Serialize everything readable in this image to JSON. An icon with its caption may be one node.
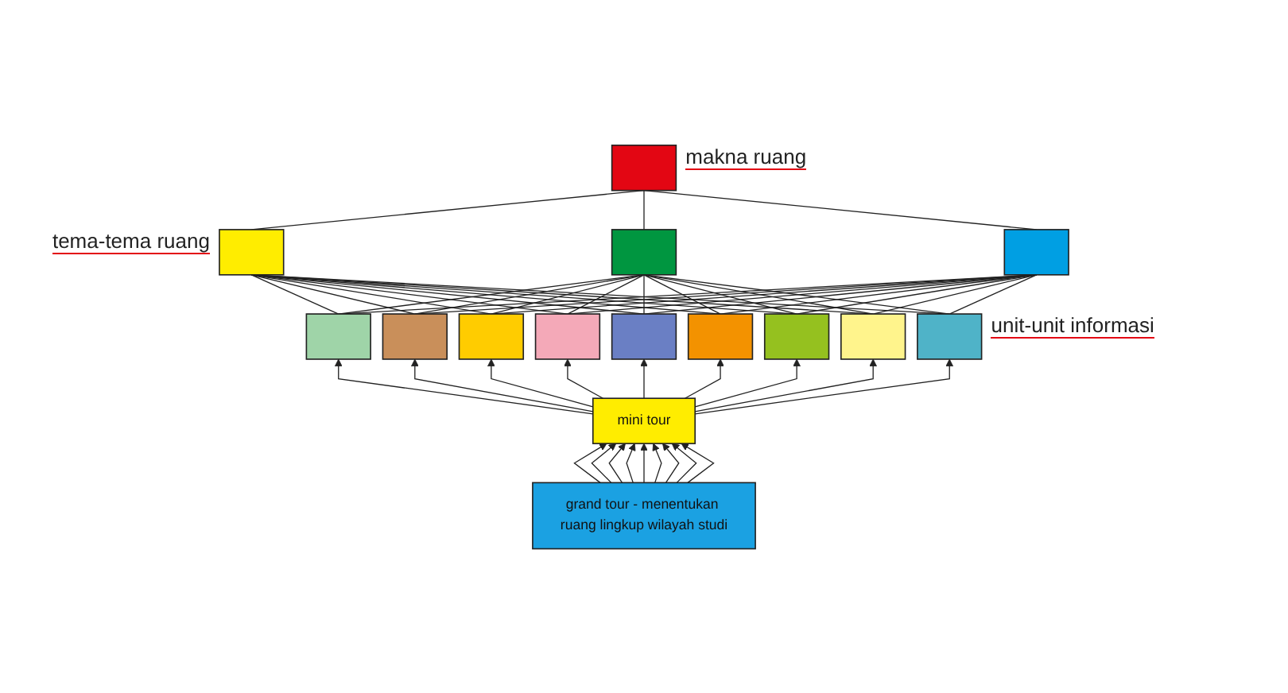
{
  "diagram": {
    "nodes": [
      {
        "text": [],
        "shape": "box"
      },
      {
        "text": [],
        "shape": "box"
      },
      {
        "text": [],
        "shape": "box"
      },
      {
        "text": [],
        "shape": "box"
      },
      {
        "text": [],
        "shape": "box"
      },
      {
        "text": [],
        "shape": "box"
      },
      {
        "text": [],
        "shape": "box"
      },
      {
        "text": [],
        "shape": "box"
      },
      {
        "text": [],
        "shape": "box"
      },
      {
        "text": [],
        "shape": "box"
      },
      {
        "text": [],
        "shape": "box"
      },
      {
        "text": [],
        "shape": "box"
      },
      {
        "text": [],
        "shape": "box"
      },
      {
        "text": [
          "mini tour"
        ]
      },
      {
        "text": [
          "grand tour - menentukan ruang lingkup wilayah studi"
        ]
      }
    ],
    "edges": [
      {
        "from": 1,
        "to": 0,
        "arrow": "none"
      },
      {
        "from": 2,
        "to": 0,
        "arrow": "none"
      },
      {
        "from": 3,
        "to": 0,
        "arrow": "none"
      },
      {
        "from": 4,
        "to": 1,
        "arrow": "none"
      },
      {
        "from": 4,
        "to": 2,
        "arrow": "none"
      },
      {
        "from": 4,
        "to": 3,
        "arrow": "none"
      },
      {
        "from": 5,
        "to": 1,
        "arrow": "none"
      },
      {
        "from": 5,
        "to": 2,
        "arrow": "none"
      },
      {
        "from": 5,
        "to": 3,
        "arrow": "none"
      },
      {
        "from": 6,
        "to": 1,
        "arrow": "none"
      },
      {
        "from": 6,
        "to": 2,
        "arrow": "none"
      },
      {
        "from": 6,
        "to": 3,
        "arrow": "none"
      },
      {
        "from": 7,
        "to": 1,
        "arrow": "none"
      },
      {
        "from": 7,
        "to": 2,
        "arrow": "none"
      },
      {
        "from": 7,
        "to": 3,
        "arrow": "none"
      },
      {
        "from": 8,
        "to": 1,
        "arrow": "none"
      },
      {
        "from": 8,
        "to": 2,
        "arrow": "none"
      },
      {
        "from": 8,
        "to": 3,
        "arrow": "none"
      },
      {
        "from": 9,
        "to": 1,
        "arrow": "none"
      },
      {
        "from": 9,
        "to": 2,
        "arrow": "none"
      },
      {
        "from": 9,
        "to": 3,
        "arrow": "none"
      },
      {
        "from": 10,
        "to": 1,
        "arrow": "none"
      },
      {
        "from": 10,
        "to": 2,
        "arrow": "none"
      },
      {
        "from": 10,
        "to": 3,
        "arrow": "none"
      },
      {
        "from": 11,
        "to": 1,
        "arrow": "none"
      },
      {
        "from": 11,
        "to": 2,
        "arrow": "none"
      },
      {
        "from": 11,
        "to": 3,
        "arrow": "none"
      },
      {
        "from": 12,
        "to": 1,
        "arrow": "none"
      },
      {
        "from": 12,
        "to": 2,
        "arrow": "none"
      },
      {
        "from": 12,
        "to": 3,
        "arrow": "none"
      },
      {
        "from": 13,
        "to": 4,
        "arrow": "to"
      },
      {
        "from": 13,
        "to": 5,
        "arrow": "to"
      },
      {
        "from": 13,
        "to": 6,
        "arrow": "to"
      },
      {
        "from": 13,
        "to": 7,
        "arrow": "to"
      },
      {
        "from": 13,
        "to": 8,
        "arrow": "to"
      },
      {
        "from": 13,
        "to": 9,
        "arrow": "to"
      },
      {
        "from": 13,
        "to": 10,
        "arrow": "to"
      },
      {
        "from": 13,
        "to": 11,
        "arrow": "to"
      },
      {
        "from": 13,
        "to": 12,
        "arrow": "to"
      },
      {
        "from": 14,
        "to": 13,
        "arrow": "to"
      },
      {
        "from": 14,
        "to": 13,
        "arrow": "to"
      },
      {
        "from": 14,
        "to": 13,
        "arrow": "to"
      },
      {
        "from": 14,
        "to": 13,
        "arrow": "to"
      },
      {
        "from": 14,
        "to": 13,
        "arrow": "to"
      },
      {
        "from": 14,
        "to": 13,
        "arrow": "to"
      },
      {
        "from": 14,
        "to": 13,
        "arrow": "to"
      },
      {
        "from": 14,
        "to": 13,
        "arrow": "to"
      },
      {
        "from": 14,
        "to": 13,
        "arrow": "to"
      }
    ],
    "labels": [
      "makna ruang",
      "tema-tema ruang",
      "unit-unit informasi"
    ]
  }
}
